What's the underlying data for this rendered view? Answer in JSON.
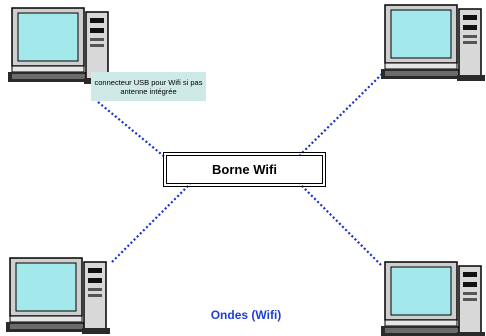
{
  "hub": {
    "label": "Borne Wifi"
  },
  "usb_note": {
    "text": "connecteur USB pour Wifi si pas antenne intégrée"
  },
  "waves_caption": {
    "text": "Ondes (Wifi)"
  },
  "colors": {
    "link_dots": "#1a2fd0",
    "screen": "#a3e8ea",
    "case": "#d8d8d8",
    "note_bg": "#cfe8e8",
    "caption": "#1f3fd6"
  },
  "icons": [
    "desktop-computer-icon"
  ]
}
